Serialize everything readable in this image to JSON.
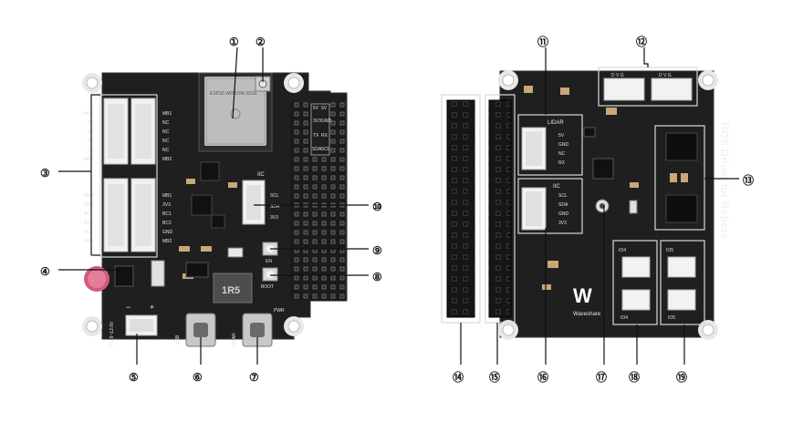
{
  "callouts": [
    {
      "num": "①"
    },
    {
      "num": "②"
    },
    {
      "num": "③"
    },
    {
      "num": "④"
    },
    {
      "num": "⑤"
    },
    {
      "num": "⑥"
    },
    {
      "num": "⑦"
    },
    {
      "num": "⑧"
    },
    {
      "num": "⑨"
    },
    {
      "num": "⑩"
    },
    {
      "num": "⑪"
    },
    {
      "num": "⑫"
    },
    {
      "num": "⑬"
    },
    {
      "num": "⑭"
    },
    {
      "num": "⑮"
    },
    {
      "num": "⑯"
    },
    {
      "num": "⑰"
    },
    {
      "num": "⑱"
    },
    {
      "num": "⑲"
    }
  ],
  "front": {
    "module_label": "ESP32-WROOM-32UE",
    "motor_left_labels": [
      "MA2",
      "NC",
      "NC",
      "NC",
      "NC",
      "MA1"
    ],
    "motor_right_labels": [
      "MB1",
      "NC",
      "NC",
      "NC",
      "NC",
      "MB2"
    ],
    "enc_left_labels": [
      "MA2",
      "GND",
      "AC1",
      "AC1",
      "3V3",
      "MA1"
    ],
    "enc_right_labels": [
      "MB1",
      "3V3",
      "BC1",
      "BC2",
      "GND",
      "MB2"
    ],
    "iic_title": "IIC",
    "iic_pins": [
      "SCL",
      "SDA",
      "3V3"
    ],
    "en_label": "EN",
    "boot_label": "BOOT",
    "power_label": "DC 9~12.6V",
    "usb_label": "USB",
    "lidar_label": "LIDAR",
    "pwr_label": "PWR",
    "inductor_label": "1R5",
    "header_labels": [
      "5V",
      "5V",
      "3V3",
      "GND",
      "TX",
      "RX",
      "SDA",
      "SCL"
    ]
  },
  "back": {
    "servo_labels": [
      "D V G",
      "D V G"
    ],
    "lidar_title": "LIDAR",
    "lidar_pins": [
      "5V",
      "GND",
      "NC",
      "RX"
    ],
    "iic_title": "IIC",
    "iic_pins": [
      "SCL",
      "SDA",
      "GND",
      "3V3"
    ],
    "board_title": "ROS Driver for Robots",
    "brand": "Waveshare",
    "io_labels": [
      "IO4",
      "IO4",
      "IO5",
      "IO5"
    ]
  }
}
